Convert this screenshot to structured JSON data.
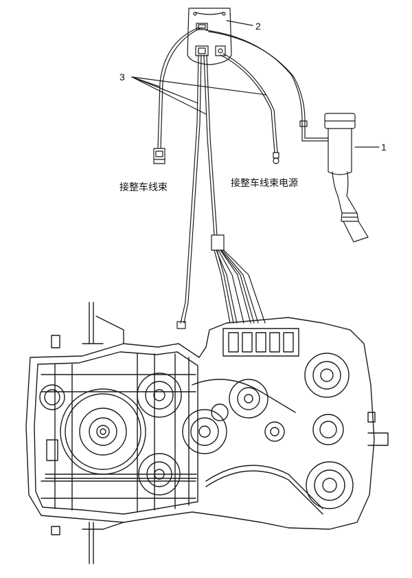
{
  "callouts": {
    "part1": "1",
    "part2": "2",
    "part3": "3"
  },
  "labels": {
    "harness_connect": "接整车线束",
    "harness_power": "接整车线束电源"
  },
  "colors": {
    "stroke": "#1a1a1a",
    "background": "#ffffff"
  }
}
